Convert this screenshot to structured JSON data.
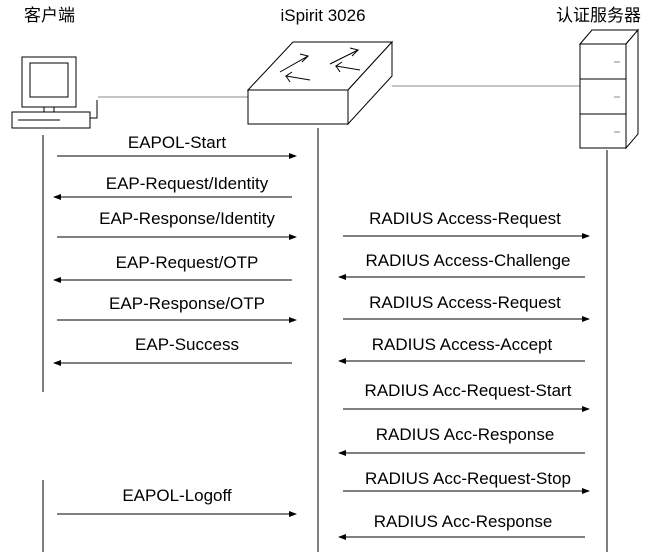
{
  "entities": {
    "client_label": "客户端",
    "switch_label": "iSpirit 3026",
    "server_label": "认证服务器"
  },
  "messages": {
    "eapol_start": "EAPOL-Start",
    "eap_request_identity": "EAP-Request/Identity",
    "eap_response_identity": "EAP-Response/Identity",
    "radius_access_request_1": "RADIUS Access-Request",
    "eap_request_otp": "EAP-Request/OTP",
    "radius_access_challenge": "RADIUS Access-Challenge",
    "eap_response_otp": "EAP-Response/OTP",
    "radius_access_request_2": "RADIUS Access-Request",
    "eap_success": "EAP-Success",
    "radius_access_accept": "RADIUS Access-Accept",
    "radius_acc_request_start": "RADIUS Acc-Request-Start",
    "radius_acc_response_1": "RADIUS Acc-Response",
    "eapol_logoff": "EAPOL-Logoff",
    "radius_acc_request_stop": "RADIUS Acc-Request-Stop",
    "radius_acc_response_2": "RADIUS Acc-Response"
  },
  "colors": {
    "line": "#000000",
    "device_fill": "#ffffff",
    "link_line": "#888888"
  }
}
